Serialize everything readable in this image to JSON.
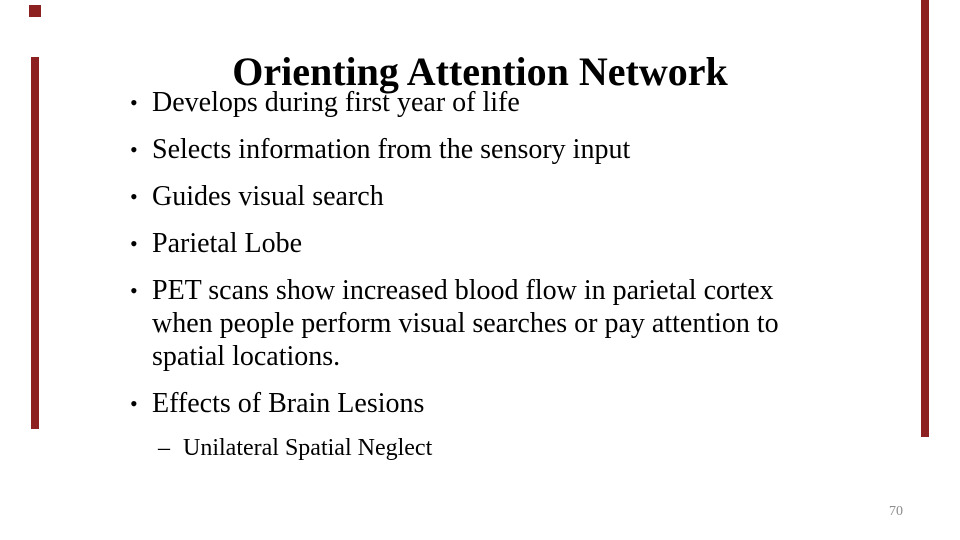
{
  "slide": {
    "title": "Orienting Attention Network",
    "bullet_marker_l1": "•",
    "bullet_marker_l2": "–",
    "bullets": [
      {
        "level": 1,
        "text": "Develops during first year of life"
      },
      {
        "level": 1,
        "text": "Selects information from the sensory input"
      },
      {
        "level": 1,
        "text": "Guides visual search"
      },
      {
        "level": 1,
        "text": "Parietal Lobe"
      },
      {
        "level": 1,
        "text": "PET scans show increased blood flow in parietal cortex when people perform visual searches or pay attention to spatial locations."
      },
      {
        "level": 1,
        "text": "Effects of Brain Lesions"
      },
      {
        "level": 2,
        "text": "Unilateral Spatial Neglect"
      }
    ],
    "page_number": "70",
    "colors": {
      "accent_bar": "#8d2020",
      "text": "#000000",
      "page_number": "#8c8c8c",
      "background": "#ffffff"
    }
  }
}
